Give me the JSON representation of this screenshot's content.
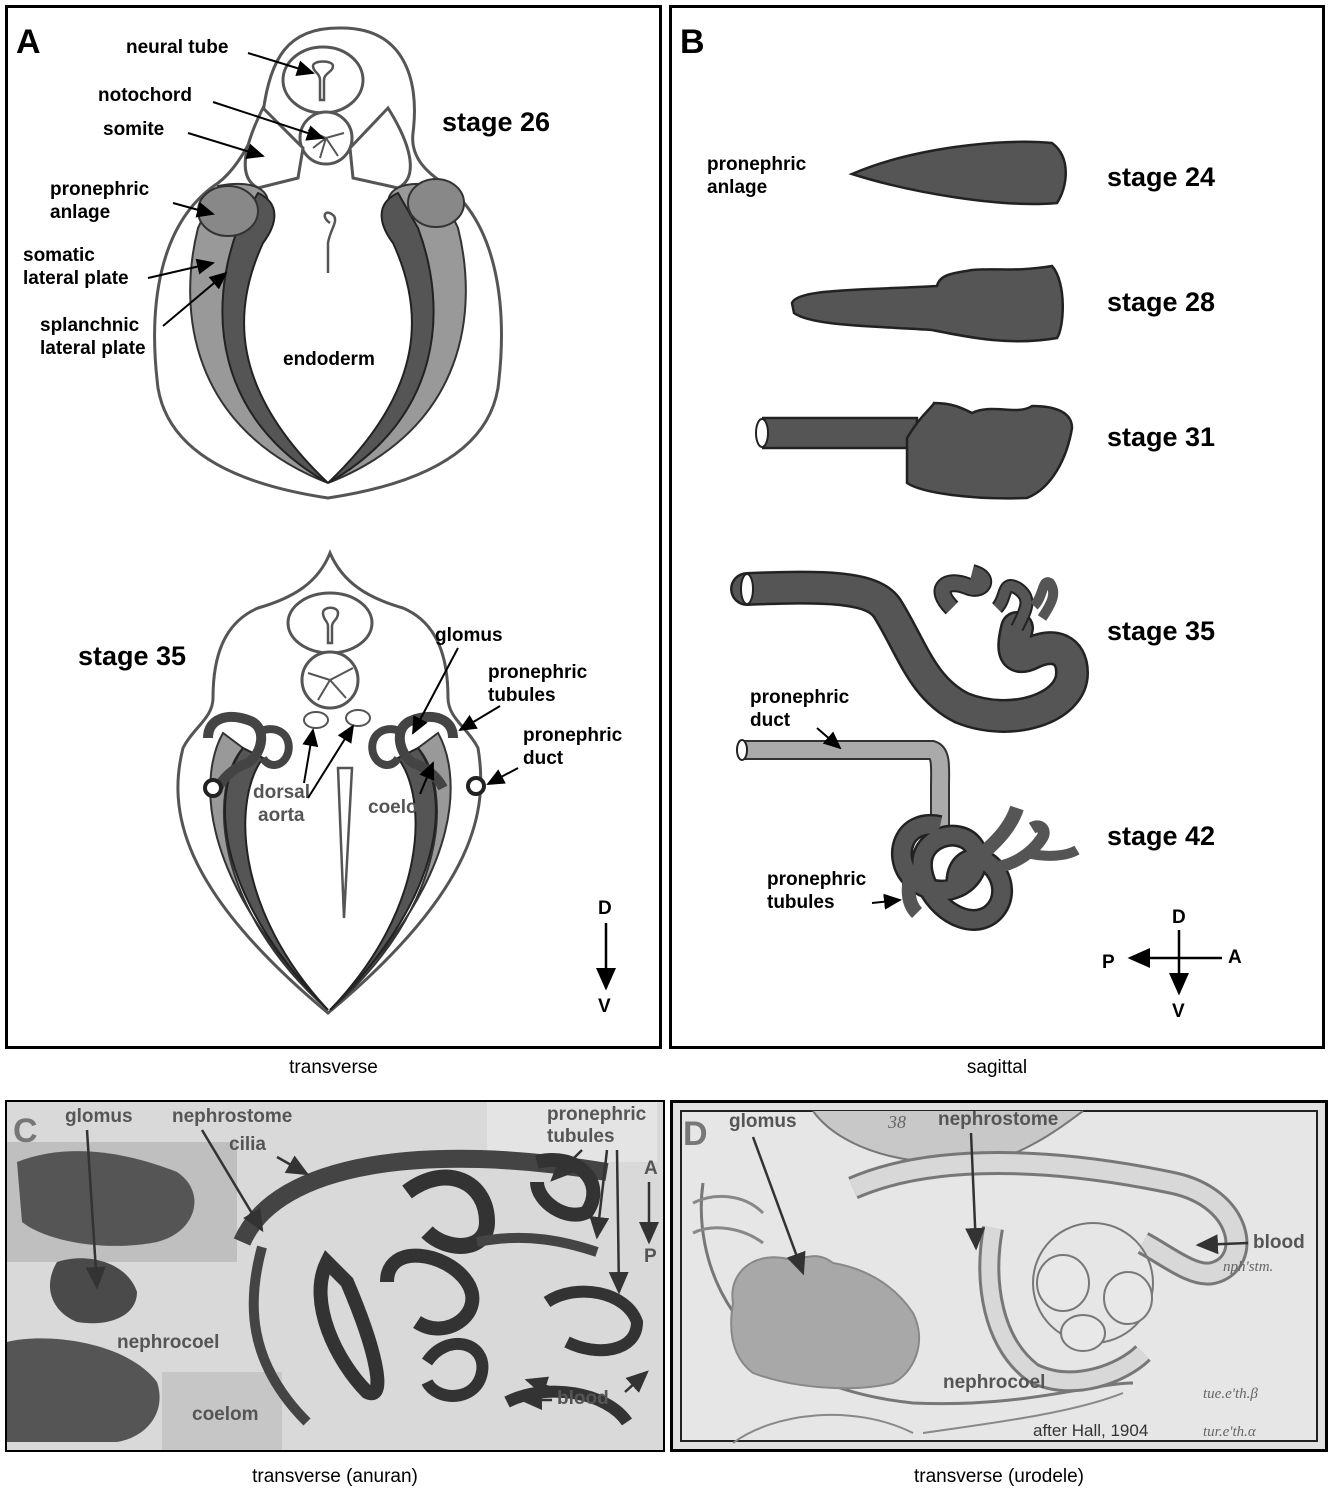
{
  "panel_a": {
    "letter": "A",
    "stage_26": "stage 26",
    "stage_35": "stage 35",
    "labels": {
      "neural_tube": "neural tube",
      "notochord": "notochord",
      "somite": "somite",
      "pronephric_anlage_1": "pronephric",
      "pronephric_anlage_2": "anlage",
      "somatic_1": "somatic",
      "somatic_2": "lateral plate",
      "splanchnic_1": "splanchnic",
      "splanchnic_2": "lateral plate",
      "endoderm": "endoderm",
      "glomus": "glomus",
      "tubules_1": "pronephric",
      "tubules_2": "tubules",
      "duct_1": "pronephric",
      "duct_2": "duct",
      "dorsal_1": "dorsal",
      "dorsal_2": "aorta",
      "coelom": "coelom"
    },
    "axis": {
      "top": "D",
      "bottom": "V"
    },
    "caption": "transverse"
  },
  "panel_b": {
    "letter": "B",
    "stages": [
      "stage 24",
      "stage 28",
      "stage 31",
      "stage 35",
      "stage 42"
    ],
    "labels": {
      "anlage_1": "pronephric",
      "anlage_2": "anlage",
      "duct_1": "pronephric",
      "duct_2": "duct",
      "tubules_1": "pronephric",
      "tubules_2": "tubules"
    },
    "axis": {
      "top": "D",
      "bottom": "V",
      "left": "P",
      "right": "A"
    },
    "caption": "sagittal"
  },
  "panel_c": {
    "letter": "C",
    "labels": {
      "glomus": "glomus",
      "nephrostome": "nephrostome",
      "cilia": "cilia",
      "tubules_1": "pronephric",
      "tubules_2": "tubules",
      "nephrocoel": "nephrocoel",
      "coelom": "coelom",
      "blood": "blood",
      "axis_top": "A",
      "axis_bottom": "P"
    },
    "caption": "transverse (anuran)"
  },
  "panel_d": {
    "letter": "D",
    "labels": {
      "glomus": "glomus",
      "nephrostome": "nephrostome",
      "blood": "blood",
      "nephrocoel": "nephrocoel",
      "credit": "after Hall, 1904",
      "page_number": "38",
      "hand_1": "nph'stm.",
      "hand_2": "tue.e'th.β",
      "hand_3": "tur.e'th.α"
    },
    "caption": "transverse (urodele)"
  }
}
